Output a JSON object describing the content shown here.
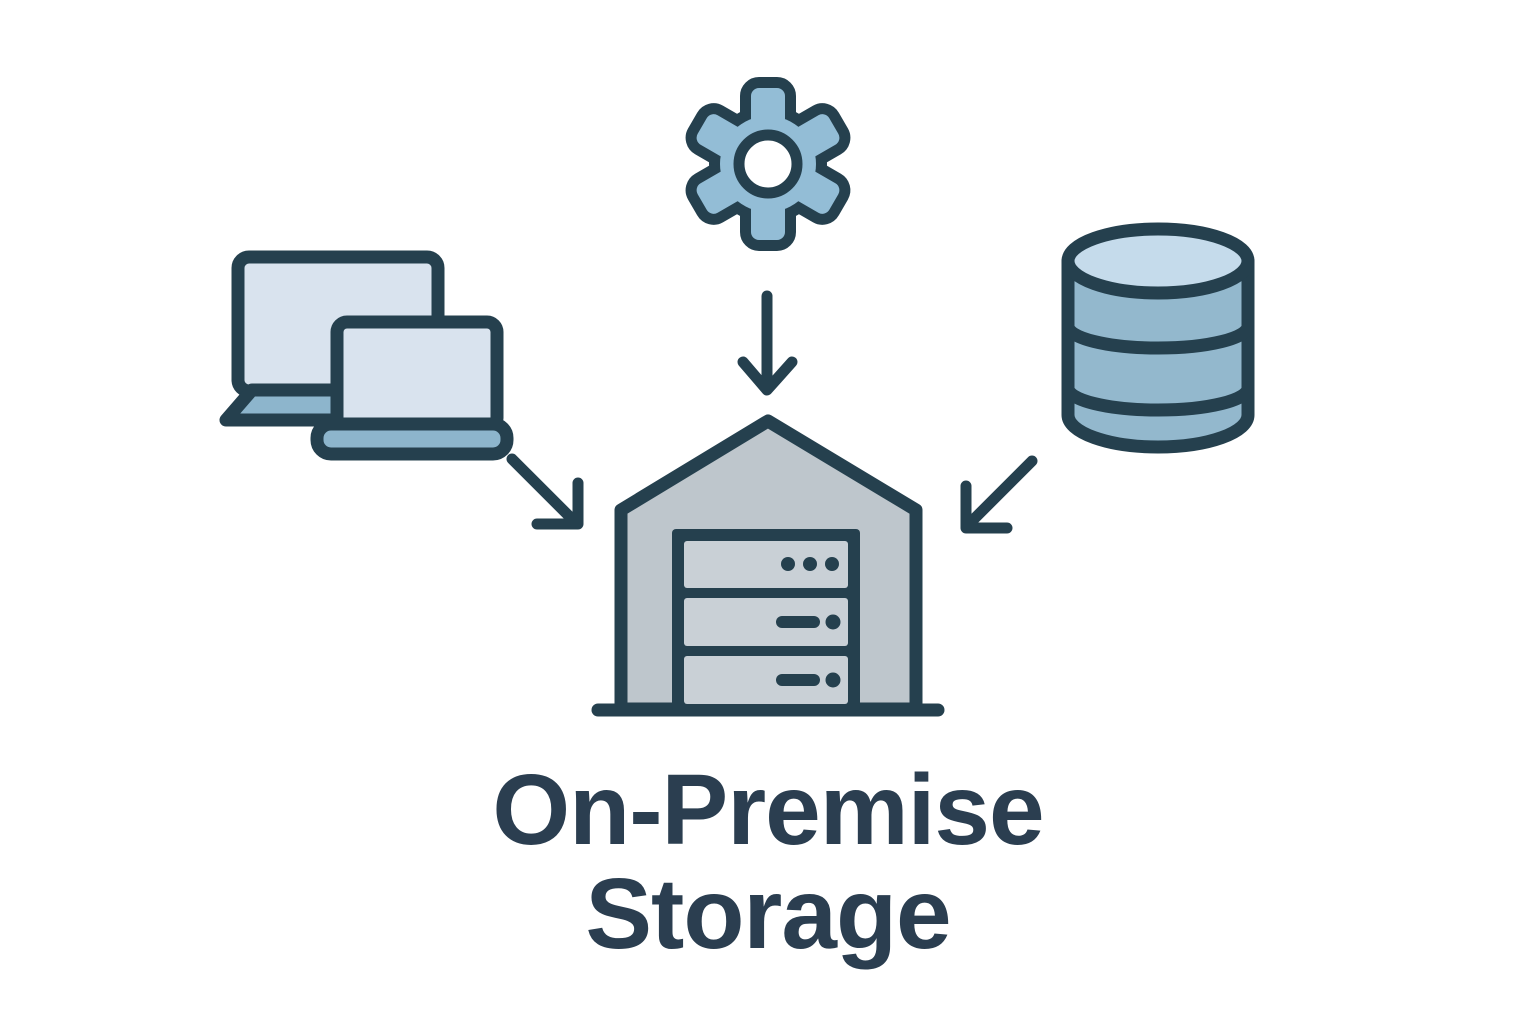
{
  "colors": {
    "bg": "#ffffff",
    "outline": "#25404e",
    "accent-fill": "#93bdd6",
    "screen-fill": "#d9e3ee",
    "device-base-fill": "#8db5cc",
    "db-top-fill": "#c5dbeb",
    "db-body-fill": "#93b8cd",
    "building-fill": "#bec6cc",
    "rack-unit-fill": "#c9d0d6",
    "text": "#2b3e50"
  },
  "diagram": {
    "title": "On-Premise Storage",
    "title_lines": [
      "On-Premise",
      "Storage"
    ],
    "icons": [
      "laptops-icon",
      "gear-icon",
      "database-icon",
      "warehouse-server-icon"
    ],
    "arrows": [
      "arrow-down-icon",
      "arrow-down-right-icon",
      "arrow-down-left-icon"
    ]
  }
}
